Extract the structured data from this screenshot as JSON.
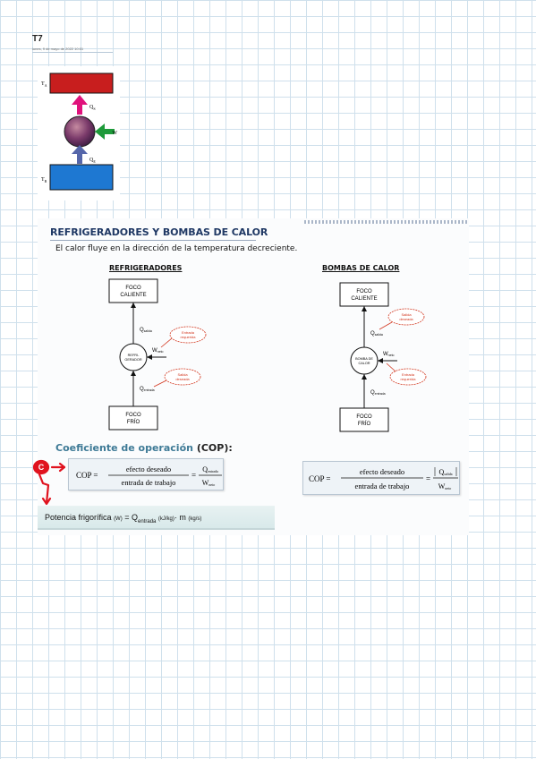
{
  "note": {
    "title": "T7",
    "meta": "lunes, 9 de mayo de 2022     10:01"
  },
  "cycle_diagram": {
    "t_hot": "T",
    "t_hot_sub": "A",
    "t_cold": "T",
    "t_cold_sub": "B",
    "q_out": "Q",
    "q_out_sub": "S",
    "q_in": "Q",
    "q_in_sub": "E",
    "work": "W",
    "colors": {
      "hot": "#c81e1e",
      "cold": "#1e78d2",
      "q_out_arrow": "#e0127c",
      "q_in_arrow": "#5566aa",
      "work_arrow": "#1e9a3a"
    }
  },
  "slide": {
    "title": "REFRIGERADORES Y BOMBAS DE CALOR",
    "intro": "El calor fluye en la dirección de la temperatura decreciente.",
    "refrigerator": {
      "heading": "REFRIGERADORES",
      "hot_box_l1": "FOCO",
      "hot_box_l2": "CALIENTE",
      "cold_box_l1": "FOCO",
      "cold_box_l2": "FRÍO",
      "machine_l1": "REFRI-",
      "machine_l2": "GERADOR",
      "q_out": "Q",
      "q_out_sub": "salida",
      "q_in": "Q",
      "q_in_sub": "entrada",
      "work": "W",
      "work_sub": "neto",
      "bubble_work_l1": "Entrada",
      "bubble_work_l2": "requerida",
      "bubble_q_l1": "Salida",
      "bubble_q_l2": "deseada"
    },
    "heat_pump": {
      "heading": "BOMBAS DE CALOR",
      "hot_box_l1": "FOCO",
      "hot_box_l2": "CALIENTE",
      "cold_box_l1": "FOCO",
      "cold_box_l2": "FRÍO",
      "machine_l1": "BOMBA DE",
      "machine_l2": "CALOR",
      "q_out": "Q",
      "q_out_sub": "salida",
      "q_in": "Q",
      "q_in_sub": "entrada",
      "work": "W",
      "work_sub": "neto",
      "bubble_q_l1": "Salida",
      "bubble_q_l2": "deseada",
      "bubble_work_l1": "Entrada",
      "bubble_work_l2": "requerida"
    },
    "cop_title": "Coeficiente de operación",
    "cop_paren": "(COP):",
    "cop_refrigerator": {
      "lhs": "COP =",
      "num": "efecto deseado",
      "den": "entrada de trabajo",
      "eq": "=",
      "rnum": "Q",
      "rnum_sub": "entrada",
      "rden": "W",
      "rden_sub": "neto"
    },
    "cop_heat_pump": {
      "lhs": "COP =",
      "num": "efecto deseado",
      "den": "entrada de trabajo",
      "eq": "=",
      "rnum": "Q",
      "rnum_sub": "salida",
      "rden": "W",
      "rden_sub": "neto"
    },
    "potencia": {
      "label": "Potencia frigorífica",
      "w": "(W)",
      "eq": "= Q",
      "sub": "entrada",
      "unit1": "(kJ/kg)",
      "dot": "·",
      "m": "m",
      "unit2": "(kg/s)"
    }
  },
  "annotation": {
    "mark": "C",
    "color": "#e0121e"
  }
}
